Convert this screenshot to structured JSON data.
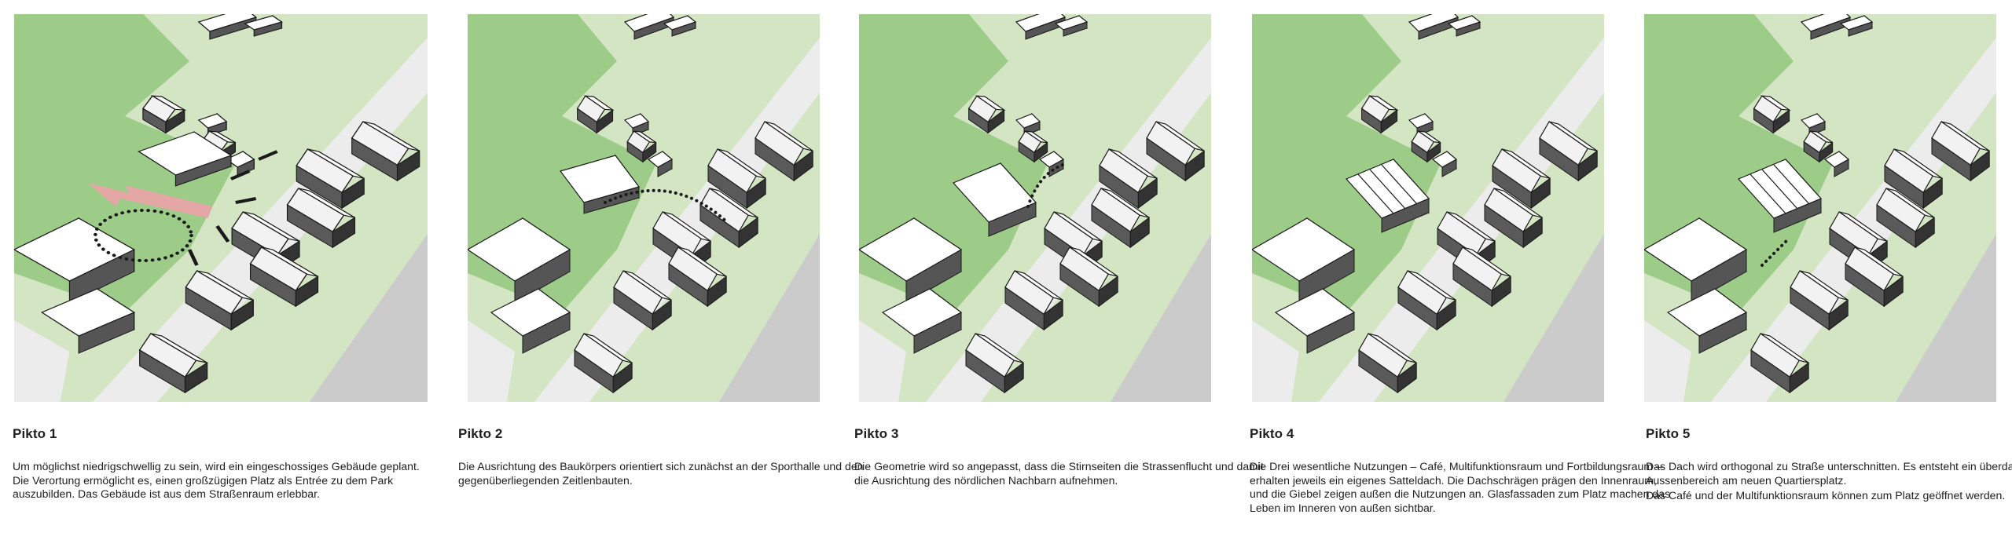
{
  "colors": {
    "park_green": "#9dcc88",
    "field_green": "#d3e5c3",
    "road_light": "#ececec",
    "road_dark": "#cbcbcb",
    "building_white": "#ffffff",
    "building_shadow": "#333333",
    "arrow_pink": "#e9a3a8",
    "outline": "#1a1a1a"
  },
  "panels": [
    {
      "title": "Pikto 1",
      "paragraphs": [
        "Um möglichst niedrigschwellig zu sein, wird ein eingeschossiges Gebäude geplant. Die Verortung ermöglicht es, einen großzügigen Platz als Entrée zu dem Park auszubilden. Das Gebäude ist aus dem Straßenraum erlebbar."
      ]
    },
    {
      "title": "Pikto 2",
      "paragraphs": [
        "Die Ausrichtung des Baukörpers orientiert sich zunächst an der Sporthalle und den gegenüberliegenden Zeitlenbauten."
      ]
    },
    {
      "title": "Pikto 3",
      "paragraphs": [
        "Die Geometrie wird so angepasst, dass die Stirnseiten die Strassenflucht und damit die Ausrichtung des nördlichen Nachbarn aufnehmen."
      ]
    },
    {
      "title": "Pikto 4",
      "paragraphs": [
        "Die Drei wesentliche Nutzungen – Café, Multifunktionsraum und Fortbildungsraum – erhalten jeweils ein eigenes Satteldach. Die Dachschrägen prägen den Innenraum, und die Giebel zeigen außen die Nutzungen an. Glasfassaden zum Platz machen das Leben im Inneren von außen sichtbar."
      ]
    },
    {
      "title": "Pikto 5",
      "paragraphs": [
        "Das Dach wird orthogonal zu Straße unterschnitten. Es entsteht ein überdachter Aussenbereich am neuen Quartiersplatz.",
        "Das Café und der Multifunktionsraum können zum Platz geöffnet werden."
      ]
    }
  ]
}
